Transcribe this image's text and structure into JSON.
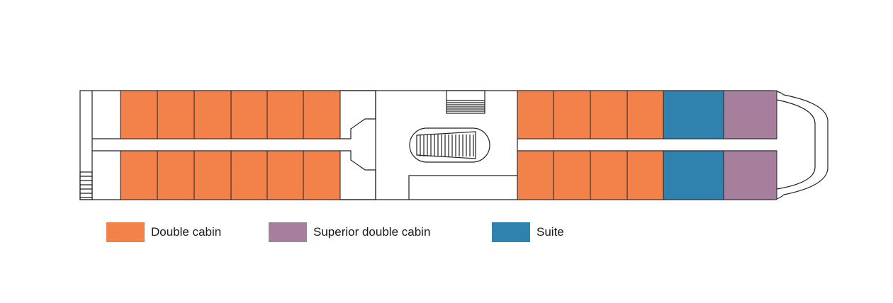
{
  "colors": {
    "double": "#F2824A",
    "superior": "#A67F9C",
    "suite": "#2F81AE",
    "outline": "#231f20",
    "background": "#ffffff"
  },
  "cabins": {
    "forward_row_top": [
      "double",
      "double",
      "double",
      "double",
      "double",
      "double"
    ],
    "forward_row_bottom": [
      "double",
      "double",
      "double",
      "double",
      "double",
      "double"
    ],
    "aft_row_top": [
      "double",
      "double",
      "double",
      "double",
      "suite",
      "superior"
    ],
    "aft_row_bottom": [
      "double",
      "double",
      "double",
      "double",
      "suite",
      "superior"
    ]
  },
  "legend": [
    {
      "key": "double",
      "label": "Double cabin"
    },
    {
      "key": "superior",
      "label": "Superior double cabin"
    },
    {
      "key": "suite",
      "label": "Suite"
    }
  ]
}
